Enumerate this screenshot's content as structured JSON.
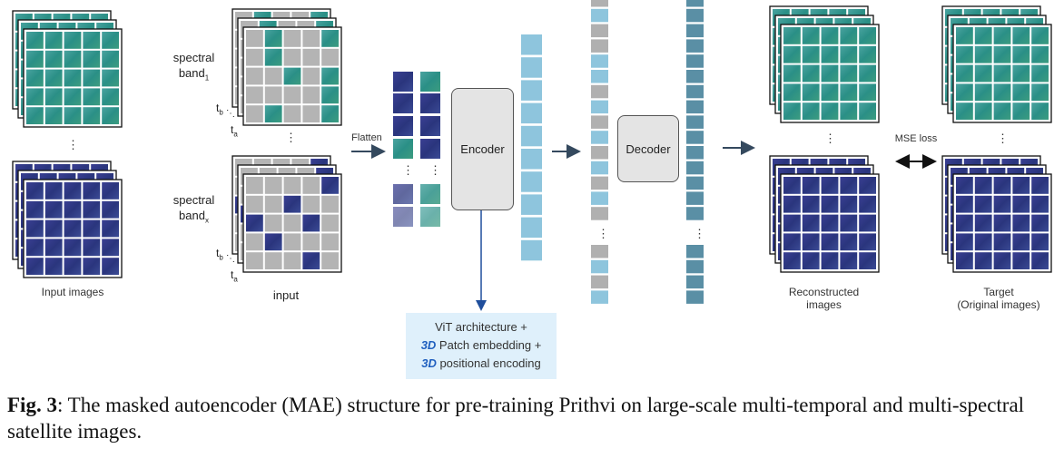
{
  "labels": {
    "input_images": "Input images",
    "spectral_band_1": {
      "word": "spectral",
      "band": "band",
      "sub": "1"
    },
    "spectral_band_x": {
      "word": "spectral",
      "band": "band",
      "sub": "x"
    },
    "t_b": "t",
    "t_b_sub": "b",
    "t_a": "t",
    "t_a_sub": "a",
    "input": "input",
    "flatten": "Flatten",
    "encoder": "Encoder",
    "decoder": "Decoder",
    "mse_loss": "MSE loss",
    "reconstructed_1": "Reconstructed",
    "reconstructed_2": "images",
    "target_1": "Target",
    "target_2": "(Original images)",
    "ellipsis": "⋮"
  },
  "vit_box": {
    "line1": "ViT architecture +",
    "line2_em": "3D",
    "line2_rest": " Patch embedding +",
    "line3_em": "3D",
    "line3_rest": " positional encoding"
  },
  "caption": {
    "fig": "Fig. 3",
    "text": ": The masked autoencoder (MAE) structure for pre-training Prithvi on large-scale multi-temporal and multi-spectral satellite images."
  },
  "colors": {
    "teal_tile": "#2e9c8c",
    "dark_tile": "#2c3c88",
    "masked_tile": "#b4b4b4",
    "token_blue": "#8ec5dd",
    "token_gray": "#b0b0b0",
    "token_dark": "#5a8fa5",
    "arrow": "#34495e",
    "vit_bg": "#dff0fb"
  }
}
